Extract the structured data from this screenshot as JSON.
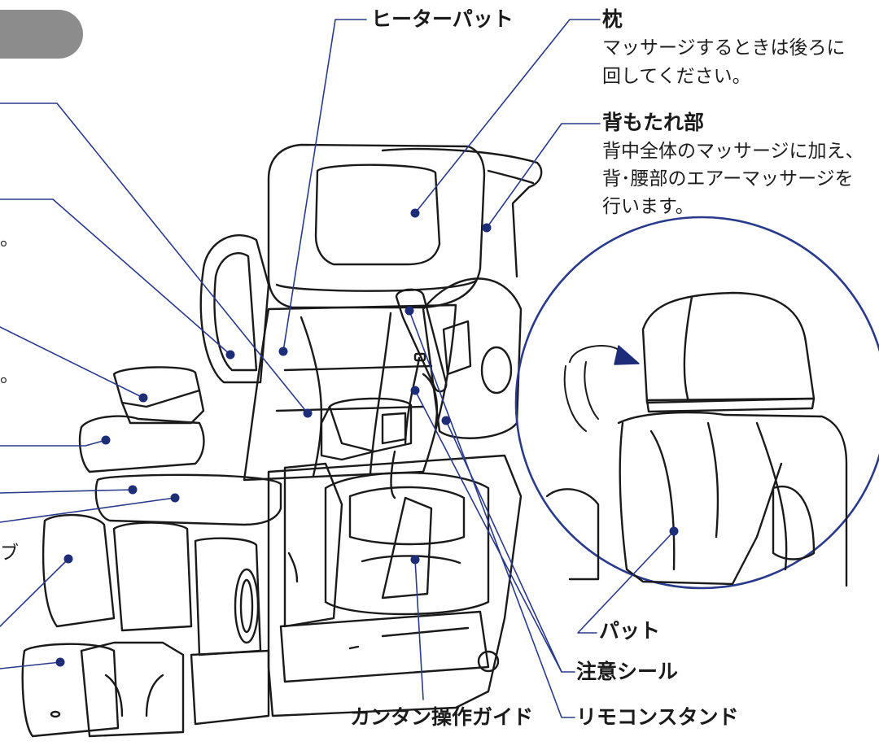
{
  "labels": {
    "heater_pad": "ヒーターパット",
    "pillow": {
      "title": "枕",
      "desc_line1": "マッサージするときは後ろに",
      "desc_line2": "回してください。"
    },
    "backrest": {
      "title": "背もたれ部",
      "desc_line1": "背中全体のマッサージに加え、",
      "desc_line2": "背･腰部のエアーマッサージを",
      "desc_line3": "行います。"
    },
    "pad": "パット",
    "caution_seal": "注意シール",
    "quick_guide": "カンタン操作ガイド",
    "remote_stand": "リモコンスタンド"
  },
  "edge_glyphs": {
    "dot_1": "。",
    "dot_2": "。",
    "fragment_bu": "ブ"
  },
  "colors": {
    "leader_line": "#2a3a8a",
    "leader_dot": "#1e2d78",
    "outline": "#1a1a1a",
    "header_tab": "#8c8c8c"
  }
}
